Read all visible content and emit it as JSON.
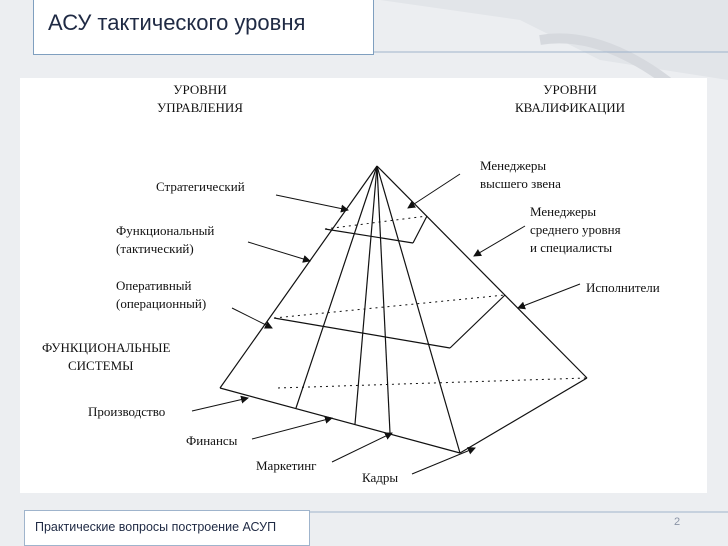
{
  "slide": {
    "title": "АСУ тактического уровня",
    "footer": "Практические вопросы построение АСУП",
    "page_number": "2"
  },
  "diagram": {
    "left_heading": [
      "УРОВНИ",
      "УПРАВЛЕНИЯ"
    ],
    "right_heading": [
      "УРОВНИ",
      "КВАЛИФИКАЦИИ"
    ],
    "management_levels": {
      "strategic": [
        "Стратегический"
      ],
      "functional": [
        "Функциональный",
        "(тактический)"
      ],
      "operational": [
        "Оперативный",
        "(операционный)"
      ]
    },
    "functional_systems_heading": [
      "ФУНКЦИОНАЛЬНЫЕ",
      "СИСТЕМЫ"
    ],
    "functional_systems": {
      "production": "Производство",
      "finance": "Финансы",
      "marketing": "Маркетинг",
      "personnel": "Кадры"
    },
    "qualification_levels": {
      "top": [
        "Менеджеры",
        "высшего звена"
      ],
      "middle": [
        "Менеджеры",
        "среднего уровня",
        "и специалисты"
      ],
      "executors": [
        "Исполнители"
      ]
    }
  }
}
